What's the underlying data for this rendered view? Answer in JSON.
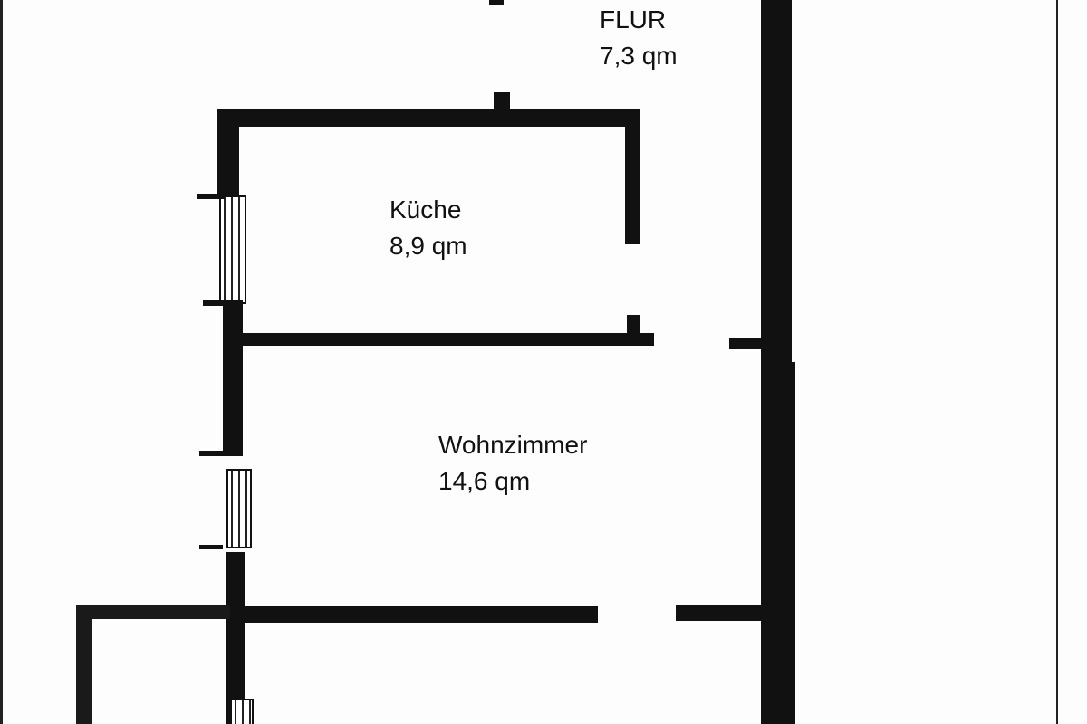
{
  "rooms": {
    "flur": {
      "name": "FLUR",
      "area": "7,3 qm"
    },
    "kueche": {
      "name": "Küche",
      "area": "8,9 qm"
    },
    "wohnzimmer": {
      "name": "Wohnzimmer",
      "area": "14,6 qm"
    }
  },
  "colors": {
    "wall": "#111111",
    "paper": "#fdfdfd"
  }
}
